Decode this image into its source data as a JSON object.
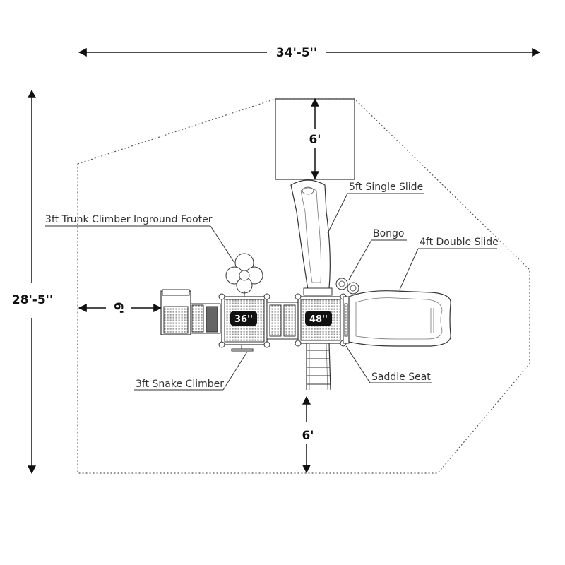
{
  "dimensions": {
    "overall_width": "34'-5''",
    "overall_depth": "28'-5''",
    "slide_zone": "6'",
    "ladder_zone": "6'",
    "side_zone": "6'"
  },
  "decks": {
    "deck_left": "36''",
    "deck_right": "48''"
  },
  "callouts": {
    "single_slide": "5ft Single Slide",
    "trunk_climber": "3ft Trunk Climber Inground Footer",
    "bongo": "Bongo",
    "double_slide": "4ft Double Slide",
    "snake_climber": "3ft Snake Climber",
    "saddle_seat": "Saddle Seat"
  },
  "colors": {
    "line": "#333333",
    "badge": "#111111"
  }
}
